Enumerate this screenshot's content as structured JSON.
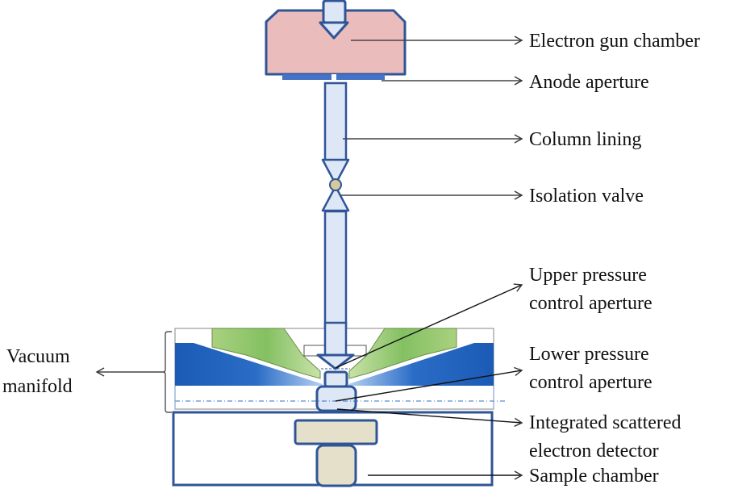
{
  "diagram": {
    "title": "Environmental SEM vacuum system schematic",
    "labels": {
      "electron_gun_chamber": "Electron gun chamber",
      "anode_aperture": "Anode aperture",
      "column_lining": "Column lining",
      "isolation_valve": "Isolation valve",
      "upper_pressure_line1": "Upper pressure",
      "upper_pressure_line2": "control aperture",
      "lower_pressure_line1": "Lower pressure",
      "lower_pressure_line2": "control aperture",
      "detector_line1": "Integrated scattered",
      "detector_line2": "electron detector",
      "sample_chamber": "Sample chamber",
      "vacuum_manifold_line1": "Vacuum",
      "vacuum_manifold_line2": "manifold"
    },
    "colors": {
      "outline": "#2f5597",
      "gun_chamber_fill": "#ebbcbc",
      "anode_plate": "#4472c4",
      "column_fill": "#dde7f6",
      "valve_ball": "#d6c99a",
      "manifold_blue_dark": "#1f5fb8",
      "manifold_blue_light": "#a9c8ef",
      "manifold_green": "#8cc56a",
      "manifold_green_light": "#c7e0a5",
      "stage_fill": "#e4e0c9"
    }
  }
}
